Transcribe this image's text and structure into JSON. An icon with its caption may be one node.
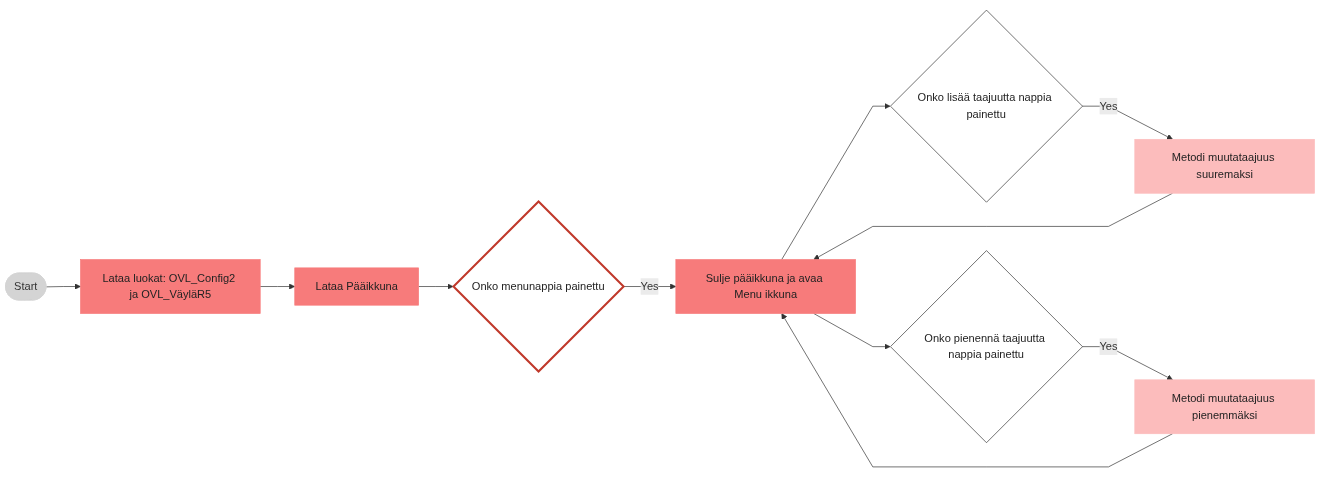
{
  "diagram": {
    "nodes": [
      {
        "text": [
          "Start"
        ]
      },
      {
        "text": [
          "Lataa luokat: OVL_Config2 ja OVL_VäyläR5"
        ]
      },
      {
        "text": [
          "Lataa Pääikkuna"
        ]
      },
      {
        "text": [
          "Onko menunappia painettu"
        ]
      },
      {
        "text": [
          "Sulje pääikkuna ja avaa Menu ikkuna"
        ]
      },
      {
        "text": [
          "Onko lisää taajuutta nappia painettu"
        ]
      },
      {
        "text": [
          "Metodi muutataajuus suuremaksi"
        ]
      },
      {
        "text": [
          "Onko pienennä taajuutta nappia painettu"
        ]
      },
      {
        "text": [
          "Metodi muutataajuus pienemmäksi"
        ]
      }
    ],
    "edges": [
      {
        "from": 0,
        "to": 1,
        "arrow": "to"
      },
      {
        "from": 1,
        "to": 2,
        "arrow": "to"
      },
      {
        "from": 2,
        "to": 3,
        "arrow": "to"
      },
      {
        "from": 3,
        "to": 4,
        "label": "Yes",
        "arrow": "to"
      },
      {
        "from": 4,
        "to": 5,
        "arrow": "to"
      },
      {
        "from": 4,
        "to": 7,
        "arrow": "to"
      },
      {
        "from": 5,
        "to": 6,
        "label": "Yes",
        "arrow": "to"
      },
      {
        "from": 7,
        "to": 8,
        "label": "Yes",
        "arrow": "to"
      },
      {
        "from": 6,
        "to": 4,
        "arrow": "to"
      },
      {
        "from": 8,
        "to": 4,
        "arrow": "to"
      }
    ]
  }
}
